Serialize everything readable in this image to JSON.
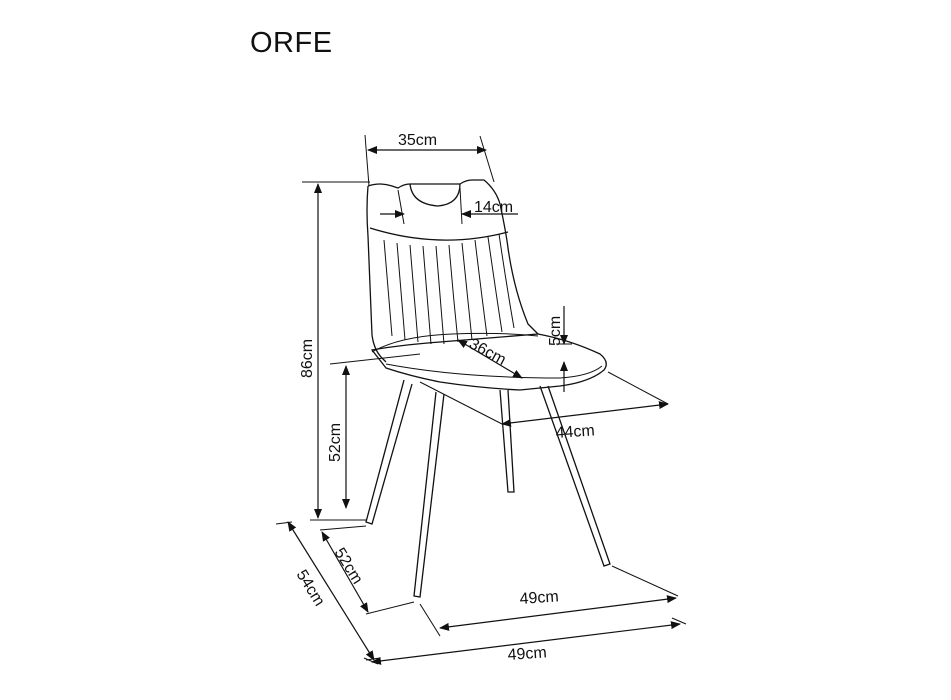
{
  "title": "ORFE",
  "dimensions": {
    "backrest_width": "35cm",
    "handle_width": "14cm",
    "total_height": "86cm",
    "seat_height": "52cm",
    "seat_depth": "36cm",
    "seat_thickness": "5cm",
    "seat_width": "44cm",
    "leg_depth": "52cm",
    "total_depth": "54cm",
    "leg_width": "49cm",
    "total_width": "49cm"
  },
  "colors": {
    "line": "#111111",
    "background": "#ffffff"
  }
}
